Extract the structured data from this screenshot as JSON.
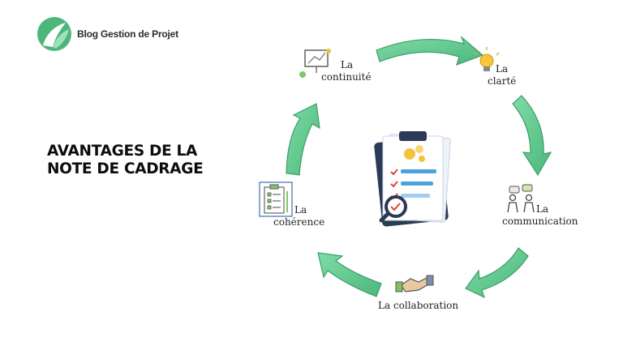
{
  "brand": {
    "name": "Blog Gestion de Projet"
  },
  "title": {
    "line1": "AVANTAGES DE LA",
    "line2": "NOTE DE CADRAGE"
  },
  "steps": [
    {
      "line1": "La",
      "line2": "continuité",
      "icon": "chart-board-icon"
    },
    {
      "line1": "La",
      "line2": "clarté",
      "icon": "lightbulb-icon"
    },
    {
      "line1": "La",
      "line2": "communication",
      "icon": "people-talking-icon"
    },
    {
      "line1": "La collaboration",
      "icon": "handshake-icon"
    },
    {
      "line1": "La",
      "line2": "cohérence",
      "icon": "checklist-icon"
    }
  ],
  "colors": {
    "arrow": "#5fc98e",
    "arrow_dark": "#3d9e6a",
    "brand": "#4db67a",
    "clipboard": "#2b3a55"
  }
}
